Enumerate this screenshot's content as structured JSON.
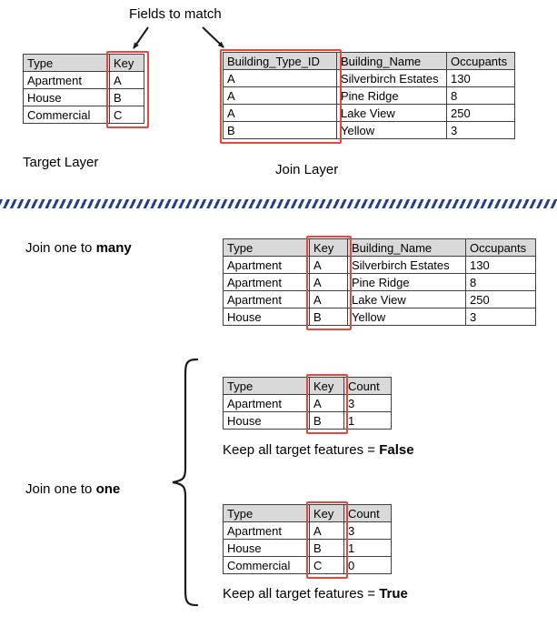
{
  "header": {
    "title": "Fields to match"
  },
  "labels": {
    "target_layer": "Target Layer",
    "join_layer": "Join Layer"
  },
  "sections": {
    "one_to_many": {
      "label_prefix": "Join one to ",
      "label_bold": "many"
    },
    "one_to_one": {
      "label_prefix": "Join one to ",
      "label_bold": "one"
    },
    "caption_false": {
      "prefix": "Keep all target features = ",
      "value": "False"
    },
    "caption_true": {
      "prefix": "Keep all target features = ",
      "value": "True"
    }
  },
  "tables": {
    "target": {
      "headers": [
        "Type",
        "Key"
      ],
      "rows": [
        [
          "Apartment",
          "A"
        ],
        [
          "House",
          "B"
        ],
        [
          "Commercial",
          "C"
        ]
      ]
    },
    "join": {
      "headers": [
        "Building_Type_ID",
        "Building_Name",
        "Occupants"
      ],
      "rows": [
        [
          "A",
          "Silverbirch Estates",
          "130"
        ],
        [
          "A",
          "Pine Ridge",
          "8"
        ],
        [
          "A",
          "Lake View",
          "250"
        ],
        [
          "B",
          "Yellow",
          "3"
        ]
      ]
    },
    "one_to_many": {
      "headers": [
        "Type",
        "Key",
        "Building_Name",
        "Occupants"
      ],
      "rows": [
        [
          "Apartment",
          "A",
          "Silverbirch Estates",
          "130"
        ],
        [
          "Apartment",
          "A",
          "Pine Ridge",
          "8"
        ],
        [
          "Apartment",
          "A",
          "Lake View",
          "250"
        ],
        [
          "House",
          "B",
          "Yellow",
          "3"
        ]
      ]
    },
    "one_to_one_false": {
      "headers": [
        "Type",
        "Key",
        "Count"
      ],
      "rows": [
        [
          "Apartment",
          "A",
          "3"
        ],
        [
          "House",
          "B",
          "1"
        ]
      ]
    },
    "one_to_one_true": {
      "headers": [
        "Type",
        "Key",
        "Count"
      ],
      "rows": [
        [
          "Apartment",
          "A",
          "3"
        ],
        [
          "House",
          "B",
          "1"
        ],
        [
          "Commercial",
          "C",
          "0"
        ]
      ]
    }
  },
  "colors": {
    "highlight": "#e8473c",
    "divider": "#26408c",
    "table_header_bg": "#d9d9d9",
    "table_border": "#404040"
  }
}
